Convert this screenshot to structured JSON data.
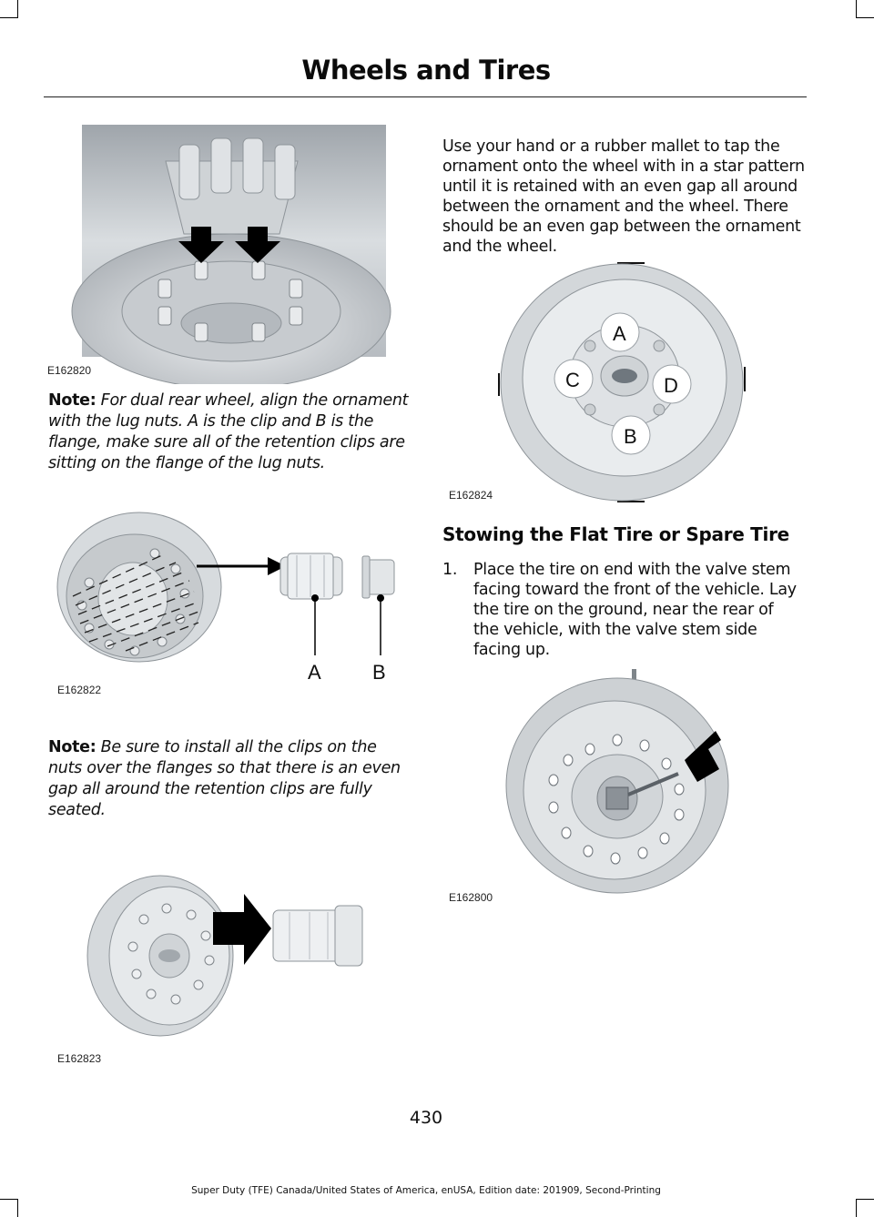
{
  "header": {
    "title": "Wheels and Tires"
  },
  "figures": {
    "e162820": {
      "code": "E162820"
    },
    "e162822": {
      "code": "E162822",
      "callout_a": "A",
      "callout_b": "B"
    },
    "e162823": {
      "code": "E162823"
    },
    "e162824": {
      "code": "E162824",
      "callout_a": "A",
      "callout_b": "B",
      "callout_c": "C",
      "callout_d": "D"
    },
    "e162800": {
      "code": "E162800"
    }
  },
  "notes": [
    {
      "label": "Note:",
      "text": "For dual rear wheel, align the ornament with the lug nuts. A is the clip and B is the flange, make sure all of the retention clips are sitting on the flange of the lug nuts."
    },
    {
      "label": "Note:",
      "text": "Be sure to install all the clips on the nuts over the flanges so that there is an even gap all around the retention clips are fully seated."
    }
  ],
  "paragraph": "Use your hand or a rubber mallet to tap the ornament onto the wheel with in a star pattern until it is retained with an even gap all around between the ornament and the wheel. There should be an even gap between the ornament and the wheel.",
  "section": {
    "heading": "Stowing the Flat Tire or Spare Tire",
    "steps": [
      {
        "number": "1.",
        "text": "Place the tire on end with the valve stem facing toward the front of the vehicle. Lay the tire on the ground, near the rear of the vehicle, with the valve stem side facing up."
      }
    ]
  },
  "page_number": "430",
  "footer": "Super Duty (TFE) Canada/United States of America, enUSA, Edition date: 201909, Second-Printing"
}
